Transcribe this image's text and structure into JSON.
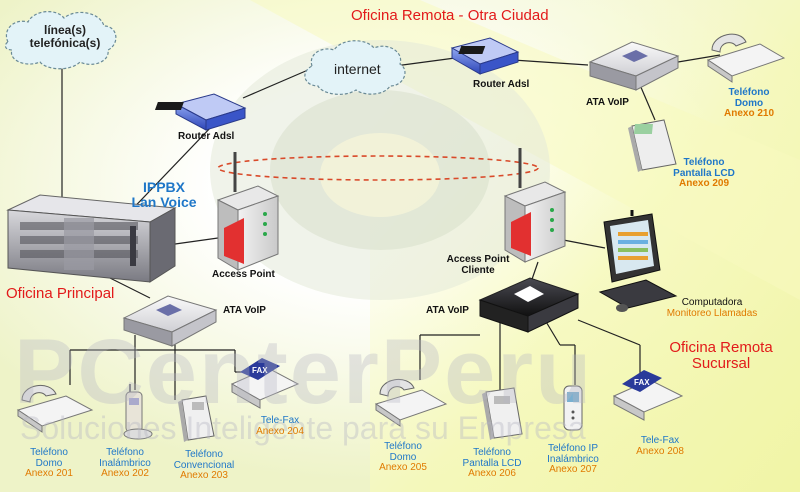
{
  "titles": {
    "remote_office": "Oficina Remota  - Otra Ciudad",
    "main_office": "Oficina Principal",
    "branch_office_line1": "Oficina Remota",
    "branch_office_line2": "Sucursal"
  },
  "clouds": {
    "phone_lines_line1": "línea(s)",
    "phone_lines_line2": "telefónica(s)",
    "internet": "internet"
  },
  "pbx": {
    "line1": "IPPBX",
    "line2": "Lan Voice"
  },
  "devices": {
    "router_main": "Router Adsl",
    "router_remote": "Router Adsl",
    "access_point": "Access Point",
    "access_point_client_line1": "Access Point",
    "access_point_client_line2": "Cliente",
    "ata_main": "ATA VoIP",
    "ata_remote": "ATA VoIP",
    "ata_branch": "ATA VoIP",
    "computer_line1": "Computadora",
    "computer_line2": "Monitoreo Llamadas"
  },
  "remote_phones": {
    "dome": {
      "line1": "Teléfono",
      "line2": "Domo",
      "ext": "Anexo 210"
    },
    "lcd": {
      "line1": "Teléfono",
      "line2": "Pantalla LCD",
      "ext": "Anexo 209"
    }
  },
  "main_phones": [
    {
      "line1": "Teléfono",
      "line2": "Domo",
      "ext": "Anexo 201"
    },
    {
      "line1": "Teléfono",
      "line2": "Inalámbrico",
      "ext": "Anexo 202"
    },
    {
      "line1": "Teléfono",
      "line2": "Convencional",
      "ext": "Anexo 203"
    },
    {
      "line1": "Tele-Fax",
      "line2": "",
      "ext": "Anexo 204"
    }
  ],
  "branch_phones": [
    {
      "line1": "Teléfono",
      "line2": "Domo",
      "ext": "Anexo 205"
    },
    {
      "line1": "Teléfono",
      "line2": "Pantalla LCD",
      "ext": "Anexo 206"
    },
    {
      "line1": "Teléfono IP",
      "line2": "Inalámbrico",
      "ext": "Anexo 207"
    },
    {
      "line1": "Tele-Fax",
      "line2": "",
      "ext": "Anexo 208"
    }
  ],
  "device_text": {
    "fax": "FAX"
  },
  "watermark": {
    "brand": "PCenterPeru",
    "tagline": "Soluciones Inteligente para su Empresa"
  },
  "colors": {
    "title_red": "#e21a1a",
    "label_blue": "#1f77c8",
    "extension_orange": "#e07a00",
    "background_yellow": "#f4f7b0",
    "router_blue": "#3a5bd0"
  }
}
